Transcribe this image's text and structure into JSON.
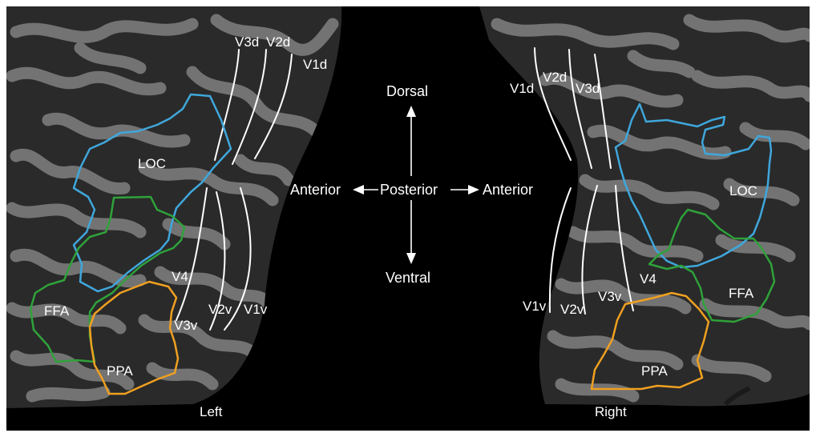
{
  "hemispheres": {
    "left": {
      "label": "Left"
    },
    "right": {
      "label": "Right"
    }
  },
  "orientation": {
    "dorsal": "Dorsal",
    "ventral": "Ventral",
    "anterior_left": "Anterior",
    "posterior": "Posterior",
    "anterior_right": "Anterior"
  },
  "regions": {
    "left": {
      "loc": "LOC",
      "ffa": "FFA",
      "ppa": "PPA"
    },
    "right": {
      "loc": "LOC",
      "ffa": "FFA",
      "ppa": "PPA"
    }
  },
  "visual_areas": {
    "left": {
      "v1d": "V1d",
      "v2d": "V2d",
      "v3d": "V3d",
      "v4": "V4",
      "v3v": "V3v",
      "v2v": "V2v",
      "v1v": "V1v"
    },
    "right": {
      "v1d": "V1d",
      "v2d": "V2d",
      "v3d": "V3d",
      "v4": "V4",
      "v3v": "V3v",
      "v2v": "V2v",
      "v1v": "V1v"
    }
  },
  "colors": {
    "background": "#000000",
    "sulcus": "#2a2a2a",
    "gyrus": "#737373",
    "loc_outline": "#3fa7dc",
    "ffa_outline": "#2fa23a",
    "ppa_outline": "#f0a020",
    "area_lines": "#ffffff"
  }
}
